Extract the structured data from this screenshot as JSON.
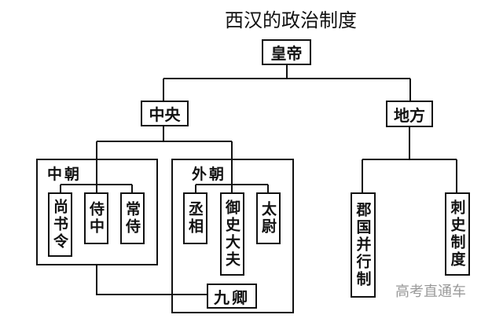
{
  "title": "西汉的政治制度",
  "root": "皇帝",
  "central": {
    "label": "中央",
    "inner_court": {
      "label": "中朝",
      "members": [
        "尚书令",
        "侍中",
        "常侍"
      ]
    },
    "outer_court": {
      "label": "外朝",
      "members": [
        "丞相",
        "御史大夫",
        "太尉"
      ],
      "sub": "九卿"
    }
  },
  "local": {
    "label": "地方",
    "members": [
      "郡国并行制",
      "刺史制度"
    ]
  },
  "watermark": "高考直通车"
}
